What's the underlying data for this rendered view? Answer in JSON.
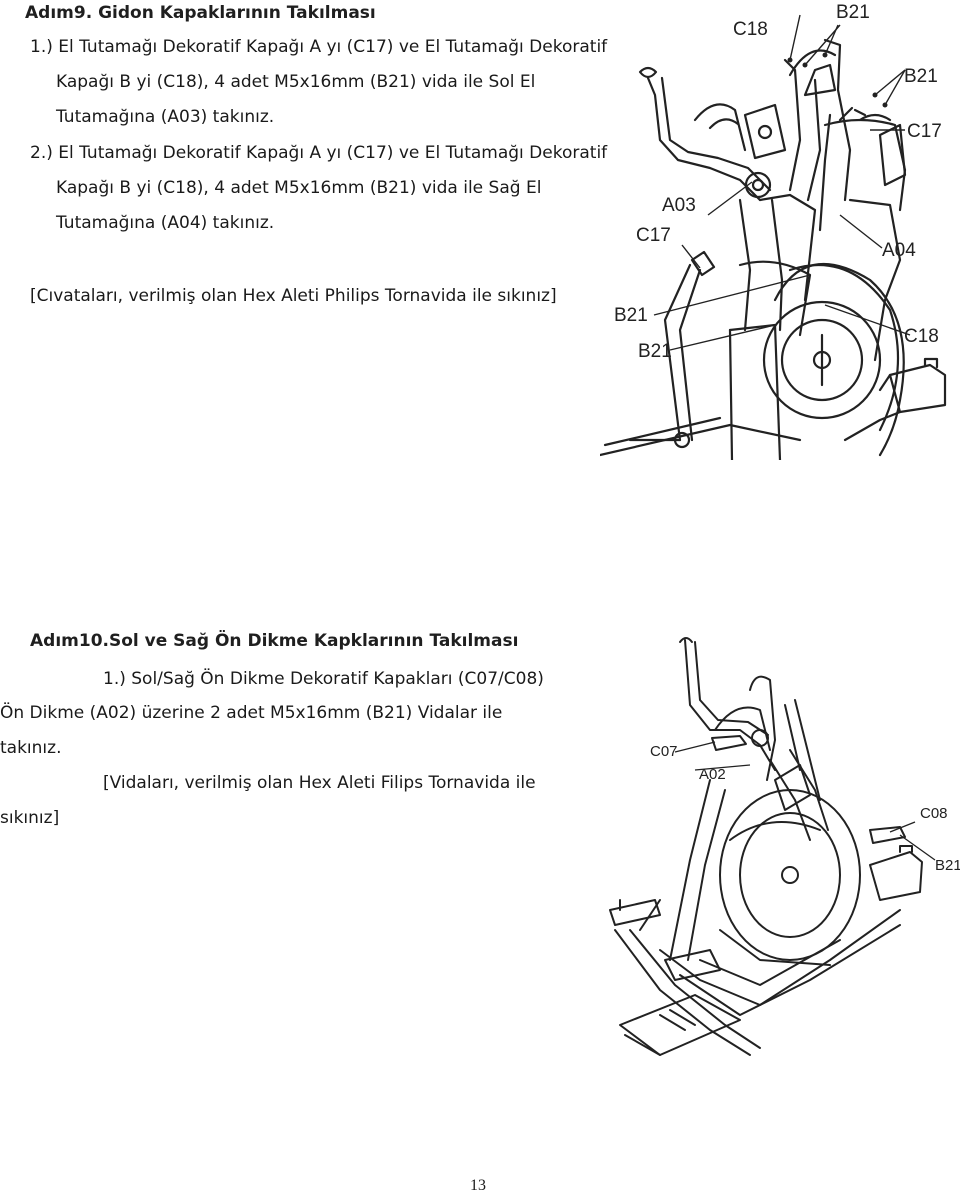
{
  "step9": {
    "title": "Adım9. Gidon Kapaklarının Takılması",
    "line1": "1.) El Tutamağı Dekoratif Kapağı A yı (C17) ve El Tutamağı Dekoratif",
    "line2": "Kapağı B yi (C18), 4 adet M5x16mm (B21) vida ile Sol El",
    "line3": "Tutamağına (A03) takınız.",
    "line4": "2.) El Tutamağı Dekoratif Kapağı A yı (C17) ve El Tutamağı Dekoratif",
    "line5": "Kapağı B yi (C18), 4 adet M5x16mm (B21) vida ile Sağ El",
    "line6": "Tutamağına (A04) takınız.",
    "note": "[Cıvataları, verilmiş olan Hex Aleti Philips Tornavida ile sıkınız]",
    "figure_labels": {
      "c18_top": "C18",
      "b21_top": "B21",
      "b21_right": "B21",
      "c17_right": "C17",
      "a03": "A03",
      "c17_left": "C17",
      "a04": "A04",
      "b21_left1": "B21",
      "b21_left2": "B21",
      "c18_right": "C18"
    }
  },
  "step10": {
    "title": "Adım10.Sol ve Sağ Ön Dikme Kapklarının Takılması",
    "line1": "1.) Sol/Sağ Ön Dikme Dekoratif Kapakları (C07/C08)",
    "line2": "Ön Dikme (A02) üzerine 2 adet M5x16mm (B21) Vidalar ile",
    "line3": "takınız.",
    "line4": "[Vidaları, verilmiş olan Hex Aleti Filips Tornavida ile",
    "line5": "sıkınız]",
    "figure_labels": {
      "c07": "C07",
      "a02": "A02",
      "c08": "C08",
      "b21": "B21"
    }
  },
  "page_number": "13"
}
